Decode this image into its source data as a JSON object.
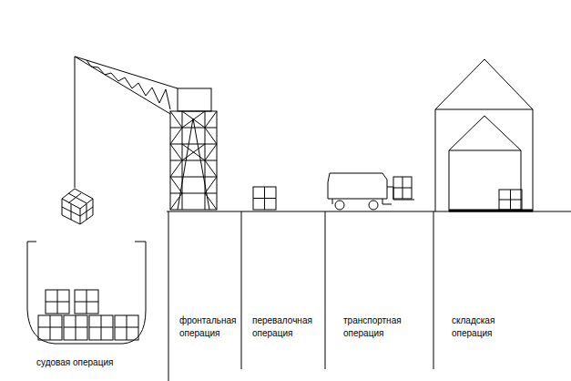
{
  "diagram": {
    "labels": [
      "судовая операция",
      "фронтальная операция",
      "перевалочная операция",
      "транспортная операция",
      "складская операция"
    ]
  }
}
